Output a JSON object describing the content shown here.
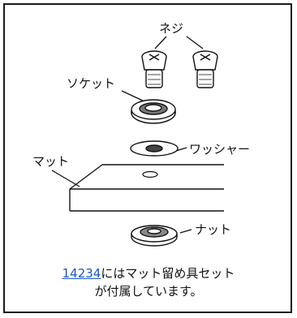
{
  "labels": {
    "screw": "ネジ",
    "socket": "ソケット",
    "washer": "ワッシャー",
    "mat": "マット",
    "nut": "ナット"
  },
  "caption": {
    "link_text": "14234",
    "line1_rest": "にはマット留め具セット",
    "line2": "が付属しています。"
  },
  "colors": {
    "link": "#1a56c4",
    "ink": "#111111"
  }
}
